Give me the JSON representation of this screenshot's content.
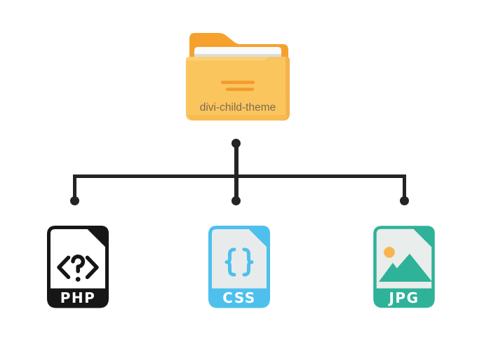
{
  "diagram": {
    "type": "folder-structure-tree",
    "background": "#FFFFFF",
    "folder": {
      "label": "divi-child-theme",
      "icon": "folder-icon",
      "colors": {
        "back": "#F6A12E",
        "front": "#FBC55D",
        "front_edge_shade": "#F3B24B",
        "detail_lines": "#F2992D",
        "label_text": "#7D6B54",
        "paper": "#FBFBFB",
        "paper_edge": "#D9DDDF"
      }
    },
    "connector": {
      "color": "#242424",
      "nodes": [
        "top-dot",
        "left-dot",
        "middle-dot",
        "right-dot"
      ],
      "shape": "one-parent-three-children-tree"
    },
    "files": [
      {
        "label": "PHP",
        "icon": "php-file-icon",
        "glyph": "code-question-icon",
        "accent": "#161616",
        "body": "#FFFFFF"
      },
      {
        "label": "CSS",
        "icon": "css-file-icon",
        "glyph": "curly-braces-icon",
        "accent": "#4DC0EE",
        "body": "#E8EBEC"
      },
      {
        "label": "JPG",
        "icon": "jpg-file-icon",
        "glyph": "image-sun-mountains-icon",
        "accent": "#2EB299",
        "body": "#E9EDEB",
        "sun_color": "#F8B54E"
      }
    ]
  }
}
